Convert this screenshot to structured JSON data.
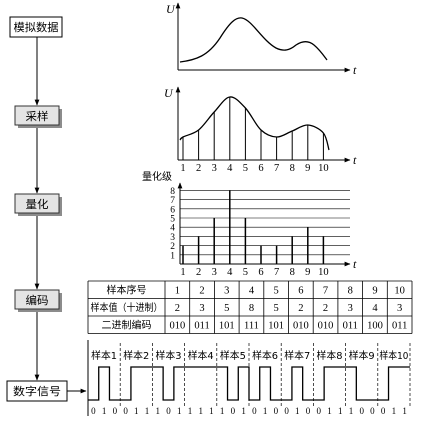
{
  "flow": {
    "analog_data": "模拟数据",
    "sampling": "采样",
    "quantization": "量化",
    "encoding": "编码",
    "digital_signal": "数字信号"
  },
  "analog_plot": {
    "y_label": "U",
    "x_label": "t"
  },
  "sampled_plot": {
    "y_label": "U",
    "x_label": "t",
    "sample_ticks": [
      "1",
      "2",
      "3",
      "4",
      "5",
      "6",
      "7",
      "8",
      "9",
      "10"
    ]
  },
  "quantized_plot": {
    "y_label": "量化级",
    "x_label": "t",
    "levels": [
      "1",
      "2",
      "3",
      "4",
      "5",
      "6",
      "7",
      "8"
    ],
    "sample_ticks": [
      "1",
      "2",
      "3",
      "4",
      "5",
      "6",
      "7",
      "8",
      "9",
      "10"
    ]
  },
  "table": {
    "row_headers": [
      "样本序号",
      "样本值（十进制）",
      "二进制编码"
    ],
    "sample_numbers": [
      "1",
      "2",
      "3",
      "4",
      "5",
      "6",
      "7",
      "8",
      "9",
      "10"
    ],
    "decimal_values": [
      2,
      3,
      5,
      8,
      5,
      2,
      2,
      3,
      4,
      3
    ],
    "binary_codes": [
      "010",
      "011",
      "101",
      "111",
      "101",
      "010",
      "010",
      "011",
      "100",
      "011"
    ]
  },
  "digital_signal": {
    "segment_labels": [
      "样本1",
      "样本2",
      "样本3",
      "样本4",
      "样本5",
      "样本6",
      "样本7",
      "样本8",
      "样本9",
      "样本10"
    ],
    "bits": [
      "0",
      "1",
      "0",
      "0",
      "1",
      "1",
      "1",
      "0",
      "1",
      "1",
      "1",
      "1",
      "1",
      "0",
      "1",
      "0",
      "1",
      "0",
      "0",
      "1",
      "0",
      "0",
      "1",
      "1",
      "1",
      "0",
      "0",
      "0",
      "1",
      "1"
    ]
  },
  "colors": {
    "ink": "#000000",
    "background": "#ffffff",
    "box_fill": "#e4e4e4",
    "box_shadow": "#8c8c8c"
  }
}
